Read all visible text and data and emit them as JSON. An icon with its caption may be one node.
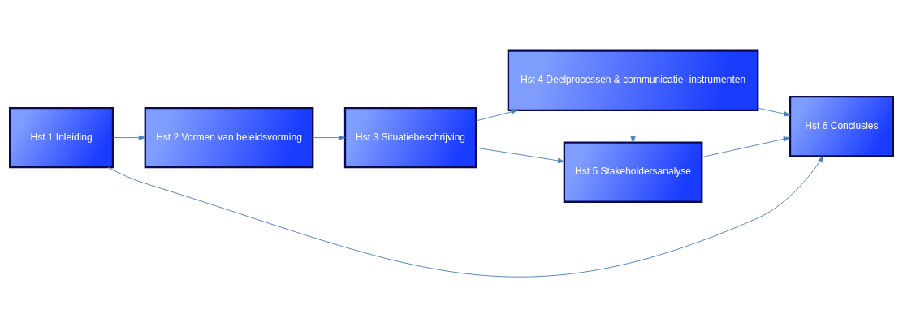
{
  "diagram": {
    "nodes": [
      {
        "text": [
          "Hst 1 Inleiding"
        ]
      },
      {
        "text": [
          "Hst 2 Vormen van beleidsvorming"
        ]
      },
      {
        "text": [
          "Hst 3 Situatiebeschrijving"
        ]
      },
      {
        "text": [
          "Hst 4 Deelprocessen & communicatie- instrumenten"
        ]
      },
      {
        "text": [
          "Hst 5 Stakeholdersanalyse"
        ]
      },
      {
        "text": [
          "Hst 6 Conclusies"
        ]
      }
    ],
    "edges": [
      {
        "from": 0,
        "to": 1,
        "arrow": "to"
      },
      {
        "from": 1,
        "to": 2,
        "arrow": "to"
      },
      {
        "from": 2,
        "to": 3,
        "arrow": "to"
      },
      {
        "from": 2,
        "to": 4,
        "arrow": "to"
      },
      {
        "from": 3,
        "to": 4,
        "arrow": "to"
      },
      {
        "from": 3,
        "to": 5,
        "arrow": "to"
      },
      {
        "from": 4,
        "to": 5,
        "arrow": "to"
      },
      {
        "from": 0,
        "to": 5,
        "arrow": "to"
      }
    ]
  }
}
